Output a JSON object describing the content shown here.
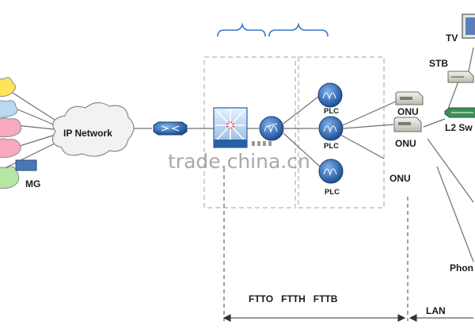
{
  "labels": {
    "ip_network": "IP Network",
    "mg": "MG",
    "plc": "PLC",
    "onu": "ONU",
    "tv": "TV",
    "stb": "STB",
    "l2_switch": "L2 Sw",
    "phone": "Phon",
    "fttx": "FTTO   FTTH   FTTB",
    "lan": "LAN"
  },
  "watermark": "trade.china.cn",
  "colors": {
    "line": "#6f6f6f",
    "dashed_box": "#c2c2c2",
    "brace": "#3a78c4",
    "node_blue": "#2a5fa8",
    "cloud_white": "#f2f2f2",
    "cloud_yellow": "#ffe35a",
    "cloud_pink": "#f7a9bf",
    "cloud_green": "#b6e6a4",
    "cloud_blue": "#b9d8f2"
  },
  "icons": [
    "cloud-icon",
    "router-icon",
    "olt-switch-icon",
    "splitter-icon",
    "onu-device-icon",
    "tv-monitor-icon",
    "set-top-box-icon",
    "l2-switch-icon"
  ]
}
